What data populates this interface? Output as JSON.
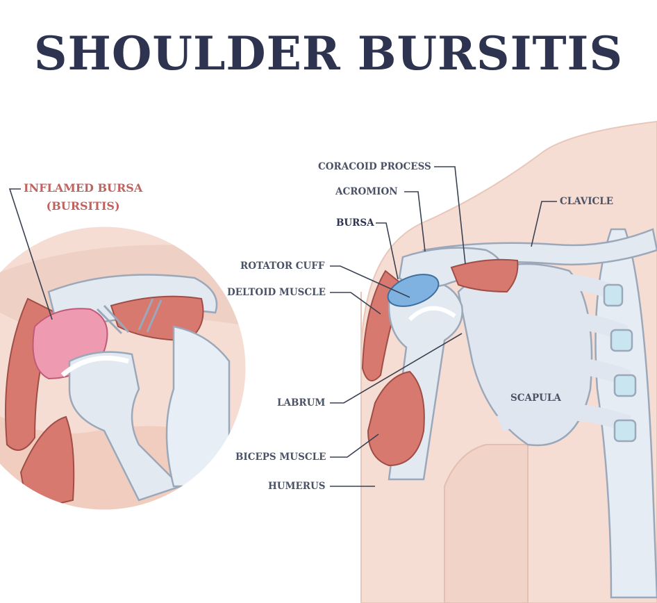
{
  "title": "SHOULDER BURSITIS",
  "inset": {
    "label_line1": "INFLAMED BURSA",
    "label_line2": "(BURSITIS)"
  },
  "labels": {
    "coracoid_process": "CORACOID PROCESS",
    "acromion": "ACROMION",
    "clavicle": "CLAVICLE",
    "bursa": "BURSA",
    "rotator_cuff": "ROTATOR CUFF",
    "deltoid_muscle": "DELTOID MUSCLE",
    "scapula": "SCAPULA",
    "labrum": "LABRUM",
    "biceps_muscle": "BICEPS MUSCLE",
    "humerus": "HUMERUS"
  },
  "colors": {
    "title": "#2e3450",
    "label": "#4a5266",
    "inflamed_label": "#c0625e",
    "skin": "#f6ddd3",
    "bone": "#dfe6ef",
    "muscle": "#d8796f",
    "bursa_healthy": "#7fb2e0",
    "bursa_inflamed": "#ee9ab0"
  }
}
